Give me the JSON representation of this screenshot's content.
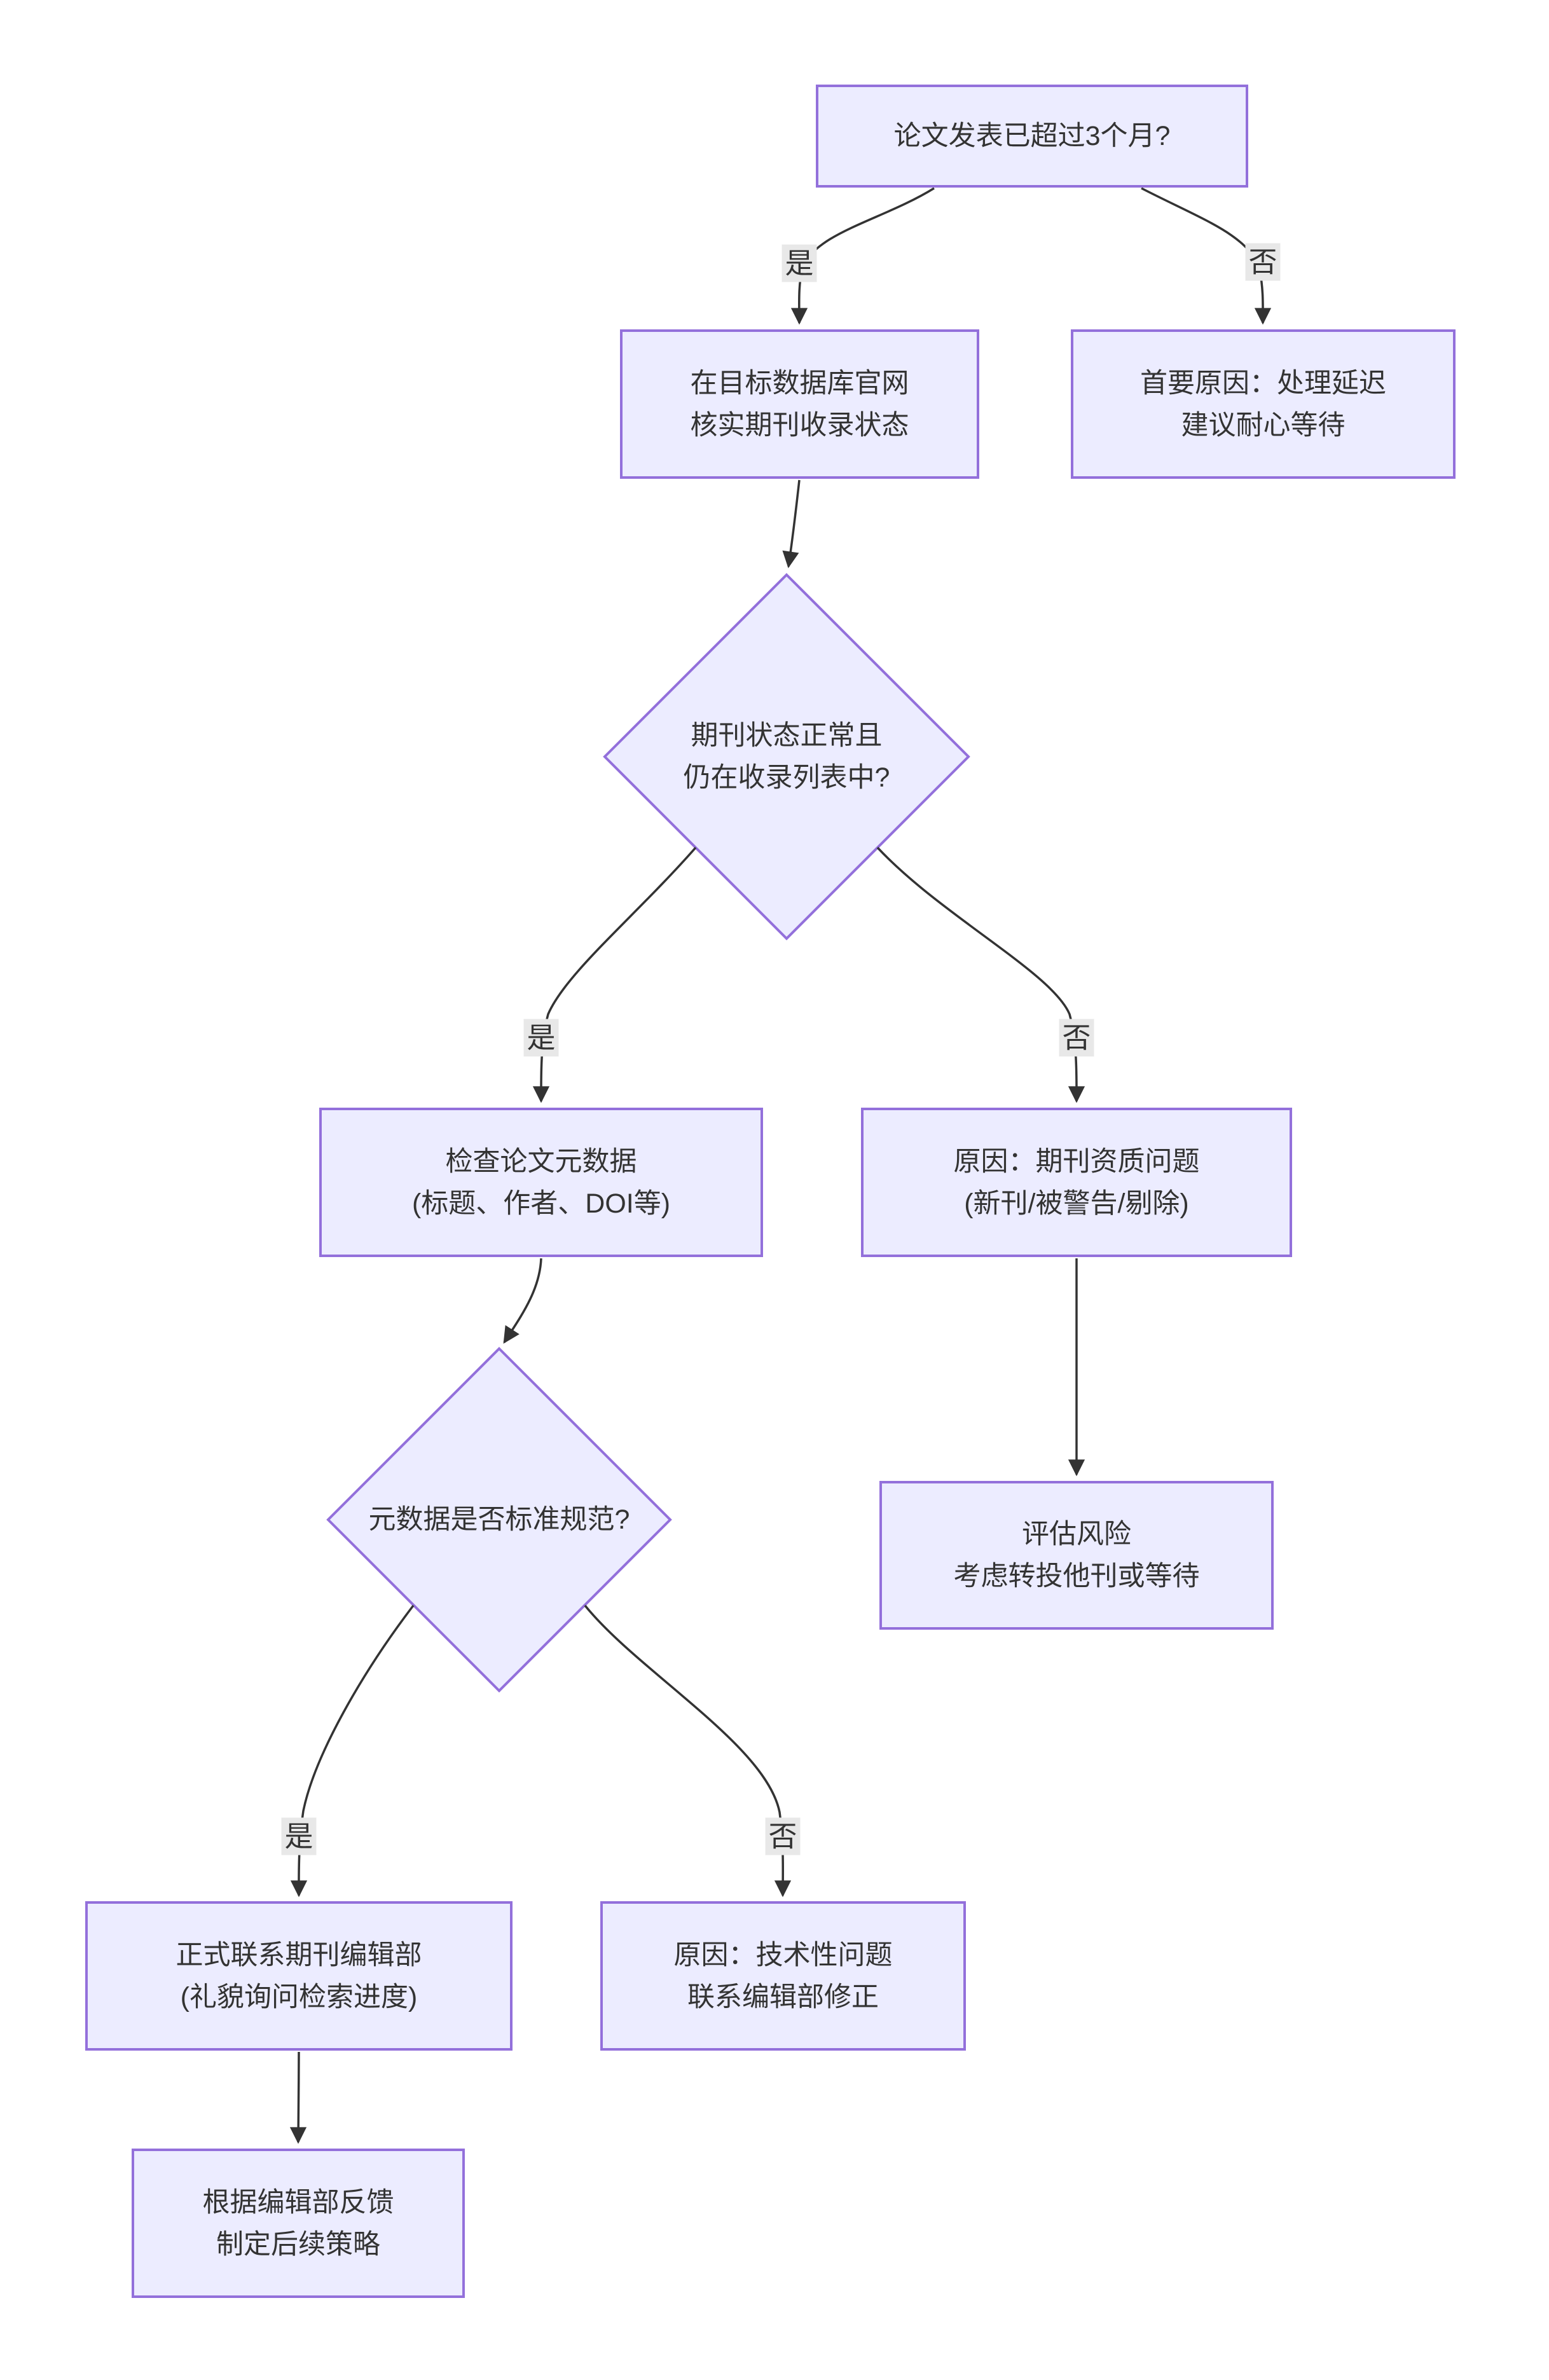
{
  "diagram": {
    "type": "flowchart-top-down",
    "colors": {
      "node_fill": "#ECECFF",
      "node_border": "#9370DB",
      "edge_line": "#333333",
      "edge_label_bg": "#e8e8e8",
      "text": "#333333",
      "background": "#ffffff"
    },
    "nodes": {
      "q1": {
        "lines": [
          "论文发表已超过3个月?"
        ]
      },
      "verify": {
        "lines": [
          "在目标数据库官网",
          "核实期刊收录状态"
        ]
      },
      "wait": {
        "lines": [
          "首要原因：处理延迟",
          "建议耐心等待"
        ]
      },
      "d1": {
        "lines": [
          "期刊状态正常且",
          "仍在收录列表中?"
        ]
      },
      "meta": {
        "lines": [
          "检查论文元数据",
          "(标题、作者、DOI等)"
        ]
      },
      "reason1": {
        "lines": [
          "原因：期刊资质问题",
          "(新刊/被警告/剔除)"
        ]
      },
      "d2": {
        "lines": [
          "元数据是否标准规范?"
        ]
      },
      "risk": {
        "lines": [
          "评估风险",
          "考虑转投他刊或等待"
        ]
      },
      "contact": {
        "lines": [
          "正式联系期刊编辑部",
          "(礼貌询问检索进度)"
        ]
      },
      "fix": {
        "lines": [
          "原因：技术性问题",
          "联系编辑部修正"
        ]
      },
      "strategy": {
        "lines": [
          "根据编辑部反馈",
          "制定后续策略"
        ]
      }
    },
    "labels": {
      "yes1": "是",
      "no1": "否",
      "yes2": "是",
      "no2": "否",
      "yes3": "是",
      "no3": "否"
    }
  }
}
